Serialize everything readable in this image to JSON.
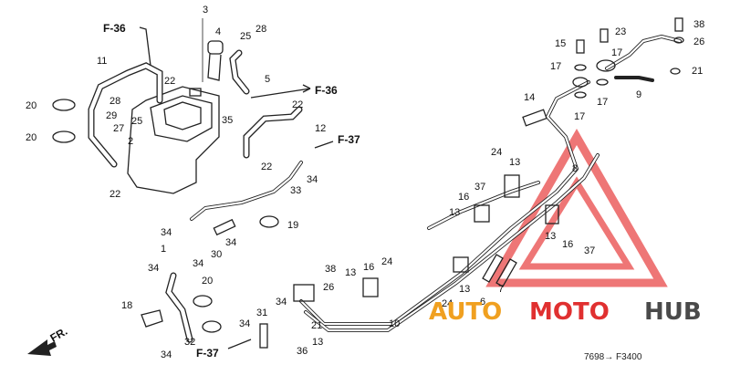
{
  "diagram": {
    "callouts": [
      {
        "label": "3"
      },
      {
        "label": "4"
      },
      {
        "label": "28"
      },
      {
        "label": "25"
      },
      {
        "label": "5"
      },
      {
        "label": "11"
      },
      {
        "label": "22"
      },
      {
        "label": "28"
      },
      {
        "label": "25"
      },
      {
        "label": "20"
      },
      {
        "label": "29"
      },
      {
        "label": "27"
      },
      {
        "label": "20"
      },
      {
        "label": "2"
      },
      {
        "label": "22"
      },
      {
        "label": "35"
      },
      {
        "label": "22"
      },
      {
        "label": "12"
      },
      {
        "label": "34"
      },
      {
        "label": "22"
      },
      {
        "label": "33"
      },
      {
        "label": "19"
      },
      {
        "label": "34"
      },
      {
        "label": "1"
      },
      {
        "label": "34"
      },
      {
        "label": "30"
      },
      {
        "label": "34"
      },
      {
        "label": "34"
      },
      {
        "label": "20"
      },
      {
        "label": "18"
      },
      {
        "label": "32"
      },
      {
        "label": "34"
      },
      {
        "label": "34"
      },
      {
        "label": "31"
      },
      {
        "label": "34"
      },
      {
        "label": "36"
      },
      {
        "label": "38"
      },
      {
        "label": "26"
      },
      {
        "label": "13"
      },
      {
        "label": "16"
      },
      {
        "label": "24"
      },
      {
        "label": "21"
      },
      {
        "label": "13"
      },
      {
        "label": "10"
      },
      {
        "label": "24"
      },
      {
        "label": "13"
      },
      {
        "label": "6"
      },
      {
        "label": "7"
      },
      {
        "label": "13"
      },
      {
        "label": "16"
      },
      {
        "label": "37"
      },
      {
        "label": "8"
      },
      {
        "label": "24"
      },
      {
        "label": "13"
      },
      {
        "label": "37"
      },
      {
        "label": "16"
      },
      {
        "label": "13"
      },
      {
        "label": "14"
      },
      {
        "label": "15"
      },
      {
        "label": "23"
      },
      {
        "label": "17"
      },
      {
        "label": "17"
      },
      {
        "label": "17"
      },
      {
        "label": "17"
      },
      {
        "label": "9"
      },
      {
        "label": "38"
      },
      {
        "label": "26"
      },
      {
        "label": "21"
      }
    ],
    "refs": [
      {
        "label": "F-36"
      },
      {
        "label": "F-36"
      },
      {
        "label": "F-37"
      },
      {
        "label": "F-37"
      }
    ],
    "direction_label": "FR.",
    "watermark": {
      "part1": "AUTO",
      "part2": "MOTO",
      "part3": "HUB"
    },
    "footer_code": "7698→ F3400",
    "colors": {
      "line": "#222222",
      "watermark_red": "#e03030",
      "watermark_orange": "#f0a020",
      "watermark_dark": "#4a4a4a"
    }
  }
}
